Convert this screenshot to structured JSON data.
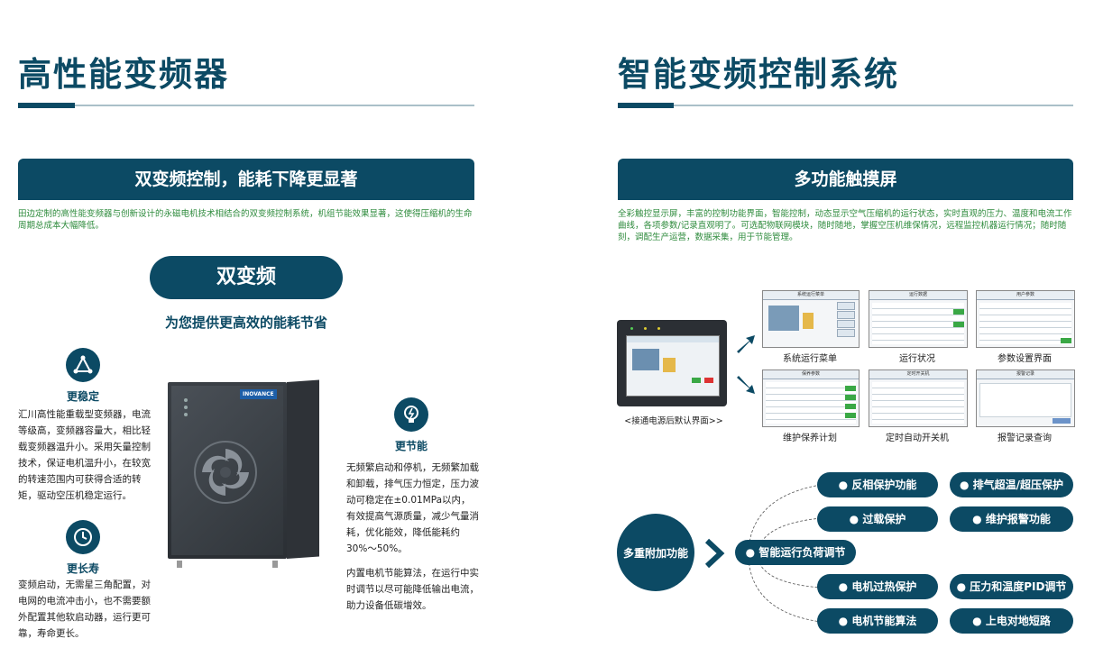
{
  "left": {
    "title": "高性能变频器",
    "banner": "双变频控制，能耗下降更显著",
    "intro": "田边定制的高性能变频器与创新设计的永磁电机技术相结合的双变频控制系统，机组节能效果显著，这使得压缩机的生命周期总成本大幅降低。",
    "pill": "双变频",
    "subhead": "为您提供更高效的能耗节省",
    "features": [
      {
        "icon": "triangle-nodes-icon",
        "title": "更稳定",
        "text": "汇川高性能重载型变频器，电流等级高，变频器容量大，相比轻载变频器温升小。采用矢量控制技术，保证电机温升小，在较宽的转速范围内可获得合适的转矩，驱动空压机稳定运行。"
      },
      {
        "icon": "clock-icon",
        "title": "更长寿",
        "text": "变频启动，无需星三角配置，对电网的电流冲击小，也不需要额外配置其他软启动器，运行更可靠，寿命更长。"
      },
      {
        "icon": "energy-bulb-icon",
        "title": "更节能",
        "text": "无频繁启动和停机，无频繁加载和卸载，排气压力恒定，压力波动可稳定在±0.01MPa以内，有效提高气源质量，减少气量消耗，优化能效，降低能耗约30%～50%。",
        "text2": "内置电机节能算法，在运行中实时调节以尽可能降低输出电流，助力设备低碳增效。"
      }
    ],
    "device_brand": "INOVANCE"
  },
  "right": {
    "title": "智能变频控制系统",
    "banner": "多功能触摸屏",
    "intro": "全彩触控显示屏，丰富的控制功能界面，智能控制，动态显示空气压缩机的运行状态，实时直观的压力、温度和电流工作曲线，各项参数/记录直观明了。可选配物联网模块，随时随地，掌握空压机维保情况，远程监控机器运行情况；随时随刻，调配生产运营，数据采集，用于节能管理。",
    "hmi_caption": "<接通电源后默认界面>>",
    "screens": [
      {
        "header": "系统运行菜单",
        "caption": "系统运行菜单"
      },
      {
        "header": "运行数据",
        "caption": "运行状况"
      },
      {
        "header": "用户参数",
        "caption": "参数设置界面"
      },
      {
        "header": "保养参数",
        "caption": "维护保养计划"
      },
      {
        "header": "定时开关机",
        "caption": "定时自动开关机"
      },
      {
        "header": "报警记录",
        "caption": "报警记录查询"
      }
    ],
    "multi_title": "多重附加功能",
    "center_function": "● 智能运行负荷调节",
    "functions": [
      "● 反相保护功能",
      "● 排气超温/超压保护",
      "● 过载保护",
      "● 维护报警功能",
      "● 电机过热保护",
      "● 压力和温度PID调节",
      "● 电机节能算法",
      "● 上电对地短路"
    ]
  },
  "colors": {
    "brand": "#0c4a64",
    "intro_text": "#2e8b3c"
  }
}
